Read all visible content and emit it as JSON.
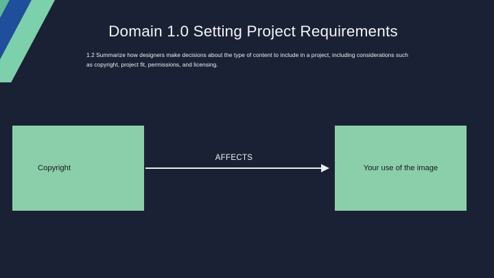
{
  "slide": {
    "title": "Domain 1.0 Setting Project Requirements",
    "subtitle": "1.2 Summarize how designers make decisions about the type of content to include in a project, including considerations such as copyright, project fit, permissions, and licensing.",
    "background_color": "#1b2135",
    "accent_color": "#8bcfaa",
    "ribbon_colors": [
      "#5fb89a",
      "#1f4e9c",
      "#7dd0ac"
    ]
  },
  "diagram": {
    "type": "flow",
    "source_node": "Copyright",
    "target_node": "Your use of the image",
    "edge_label": "AFFECTS"
  }
}
